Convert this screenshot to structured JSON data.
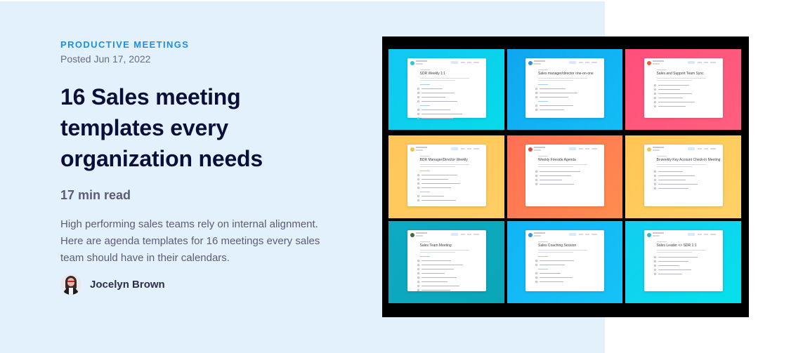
{
  "article": {
    "category": "PRODUCTIVE MEETINGS",
    "posted": "Posted Jun 17, 2022",
    "title": "16 Sales meeting templates every organization needs",
    "read_time": "17 min read",
    "summary": "High performing sales teams rely on internal alignment. Here are agenda templates for 16 meetings every sales team should have in their calendars.",
    "author": {
      "name": "Jocelyn Brown",
      "avatar_icon": "author-avatar"
    }
  },
  "colors": {
    "panel_bg": "#e3f1fd",
    "eyebrow": "#1a8fe8",
    "title": "#0b0e38",
    "body_text": "#5d5b77",
    "hero_bg": "#000000"
  },
  "hero_image": {
    "tiles": [
      {
        "title": "SDR Weekly 1:1",
        "bg": "linear-gradient(135deg,#12c6f2,#06dbe8)",
        "accent": "#27c8d8",
        "sections": 2,
        "items": [
          4,
          3
        ]
      },
      {
        "title": "Sales manager/director one-on-one",
        "bg": "linear-gradient(135deg,#0fa6f0,#13bdf5)",
        "accent": "#2f8fe0",
        "sections": 2,
        "items": [
          3,
          2
        ]
      },
      {
        "title": "Sales and Support Team Sync",
        "bg": "linear-gradient(135deg,#ff4f7b,#ff5f7e)",
        "accent": "#ef5a3c",
        "sections": 0,
        "items": [
          6
        ]
      },
      {
        "title": "BDR Manager/Director Weekly",
        "bg": "linear-gradient(135deg,#ffc55a,#ffce62)",
        "accent": "#f4c24a",
        "sections": 2,
        "items": [
          4,
          2
        ]
      },
      {
        "title": "Weekly Fireside Agenda",
        "bg": "linear-gradient(135deg,#ff6f55,#ff8d4e)",
        "accent": "#e8483a",
        "sections": 0,
        "items": [
          4
        ]
      },
      {
        "title": "Bi-weekly Key Account Check-in Meeting",
        "bg": "linear-gradient(135deg,#ffc555,#ffd266)",
        "accent": "#f2c64e",
        "sections": 0,
        "items": [
          5
        ]
      },
      {
        "title": "Sales Team Meeting",
        "bg": "linear-gradient(135deg,#0fa9c4,#0aa6b8)",
        "accent": "#3d6b3f",
        "sections": 1,
        "items": [
          8
        ]
      },
      {
        "title": "Sales Coaching Session",
        "bg": "linear-gradient(135deg,#11b4f5,#16c2f7)",
        "accent": "#2d97e6",
        "sections": 2,
        "items": [
          2,
          3
        ]
      },
      {
        "title": "Sales Leader <> SDR 1:1",
        "bg": "linear-gradient(135deg,#13cdf0,#05e0ec)",
        "accent": "#1fc0d3",
        "sections": 0,
        "items": [
          5
        ]
      }
    ]
  }
}
